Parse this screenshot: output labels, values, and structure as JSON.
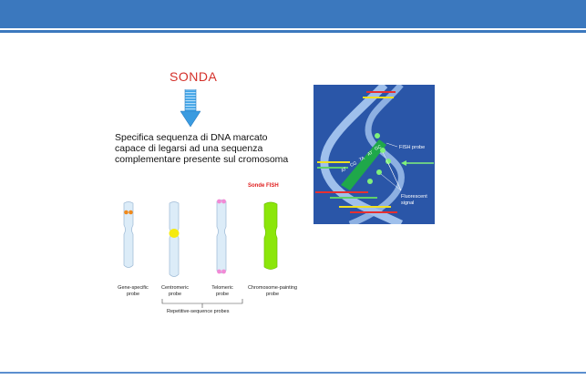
{
  "slide": {
    "heading": "SONDA",
    "description_lines": [
      "Specifica sequenza di DNA marcato",
      "capace di legarsi ad una sequenza",
      "complementare presente sul cromosoma"
    ]
  },
  "figure": {
    "title": "Sonde FISH",
    "probes": [
      {
        "label_lines": [
          "Gene-specific",
          "probe"
        ],
        "marker_color": "#f08a1c"
      },
      {
        "label_lines": [
          "Centromeric",
          "probe"
        ],
        "marker_color": "#f5ea10"
      },
      {
        "label_lines": [
          "Telomeric",
          "probe"
        ],
        "marker_color": "#f28ad6"
      },
      {
        "label_lines": [
          "Chromosome-painting",
          "probe"
        ],
        "marker_color": "#8be60a"
      }
    ],
    "group_label": "Repetitive-sequence probes"
  },
  "dna_diagram": {
    "base_pairs": [
      "AT",
      "CG",
      "TA",
      "AT",
      "GC"
    ],
    "probe_label": "FISH probe",
    "signal_label_lines": [
      "Fluorescent",
      "signal"
    ],
    "background_color": "#2a56a8",
    "strand_color": "#9fc0ec",
    "probe_color": "#1fa84a"
  }
}
